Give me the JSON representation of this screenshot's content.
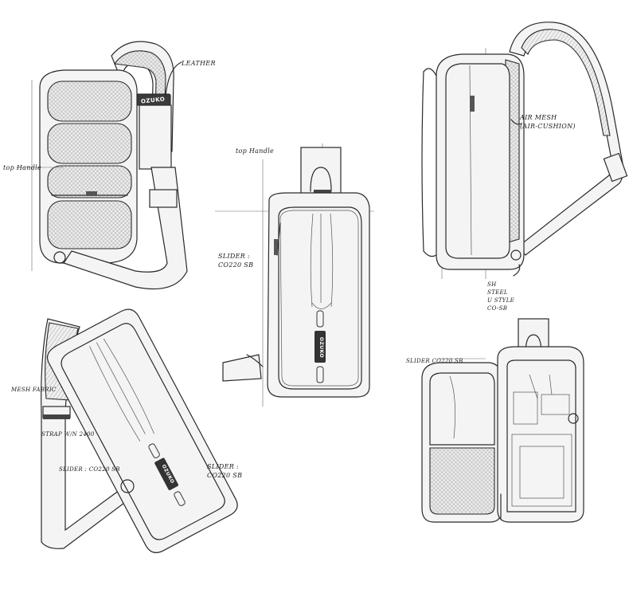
{
  "sheet": {
    "subject": "sling bag design sketches",
    "brand_logo": "OZUKO",
    "colors": {
      "background": "#ffffff",
      "ink": "#2a2a2a",
      "shade": "#f4f4f4"
    }
  },
  "views": [
    {
      "id": "back-angled",
      "label": "back view with padded mesh panel and strap"
    },
    {
      "id": "front",
      "label": "front view"
    },
    {
      "id": "side",
      "label": "side profile with shoulder strap"
    },
    {
      "id": "front-tilted",
      "label": "front view tilted with strap"
    },
    {
      "id": "open",
      "label": "open interior view"
    }
  ],
  "annotations": {
    "leather": "LEATHER",
    "top_handle_left": "top Handle",
    "top_handle_center": "top Handle",
    "slider_center": "SLIDER :",
    "slider_center_code": "CO220 SB",
    "air_mesh": "AIR MESH",
    "air_mesh_sub": "(AIR-CUSHION)",
    "side_note_1": "SH",
    "side_note_2": "STEEL",
    "side_note_3": "U STYLE",
    "side_note_4": "CO-SB",
    "mesh_fabric": "MESH FABRIC",
    "strap_note": "STRAP W/N 2400",
    "slider_left": "SLIDER : CO220 SB",
    "slider_right": "SLIDER :",
    "slider_right_code": "CO220 SB",
    "slider_open": "SLIDER CO220 SB"
  }
}
